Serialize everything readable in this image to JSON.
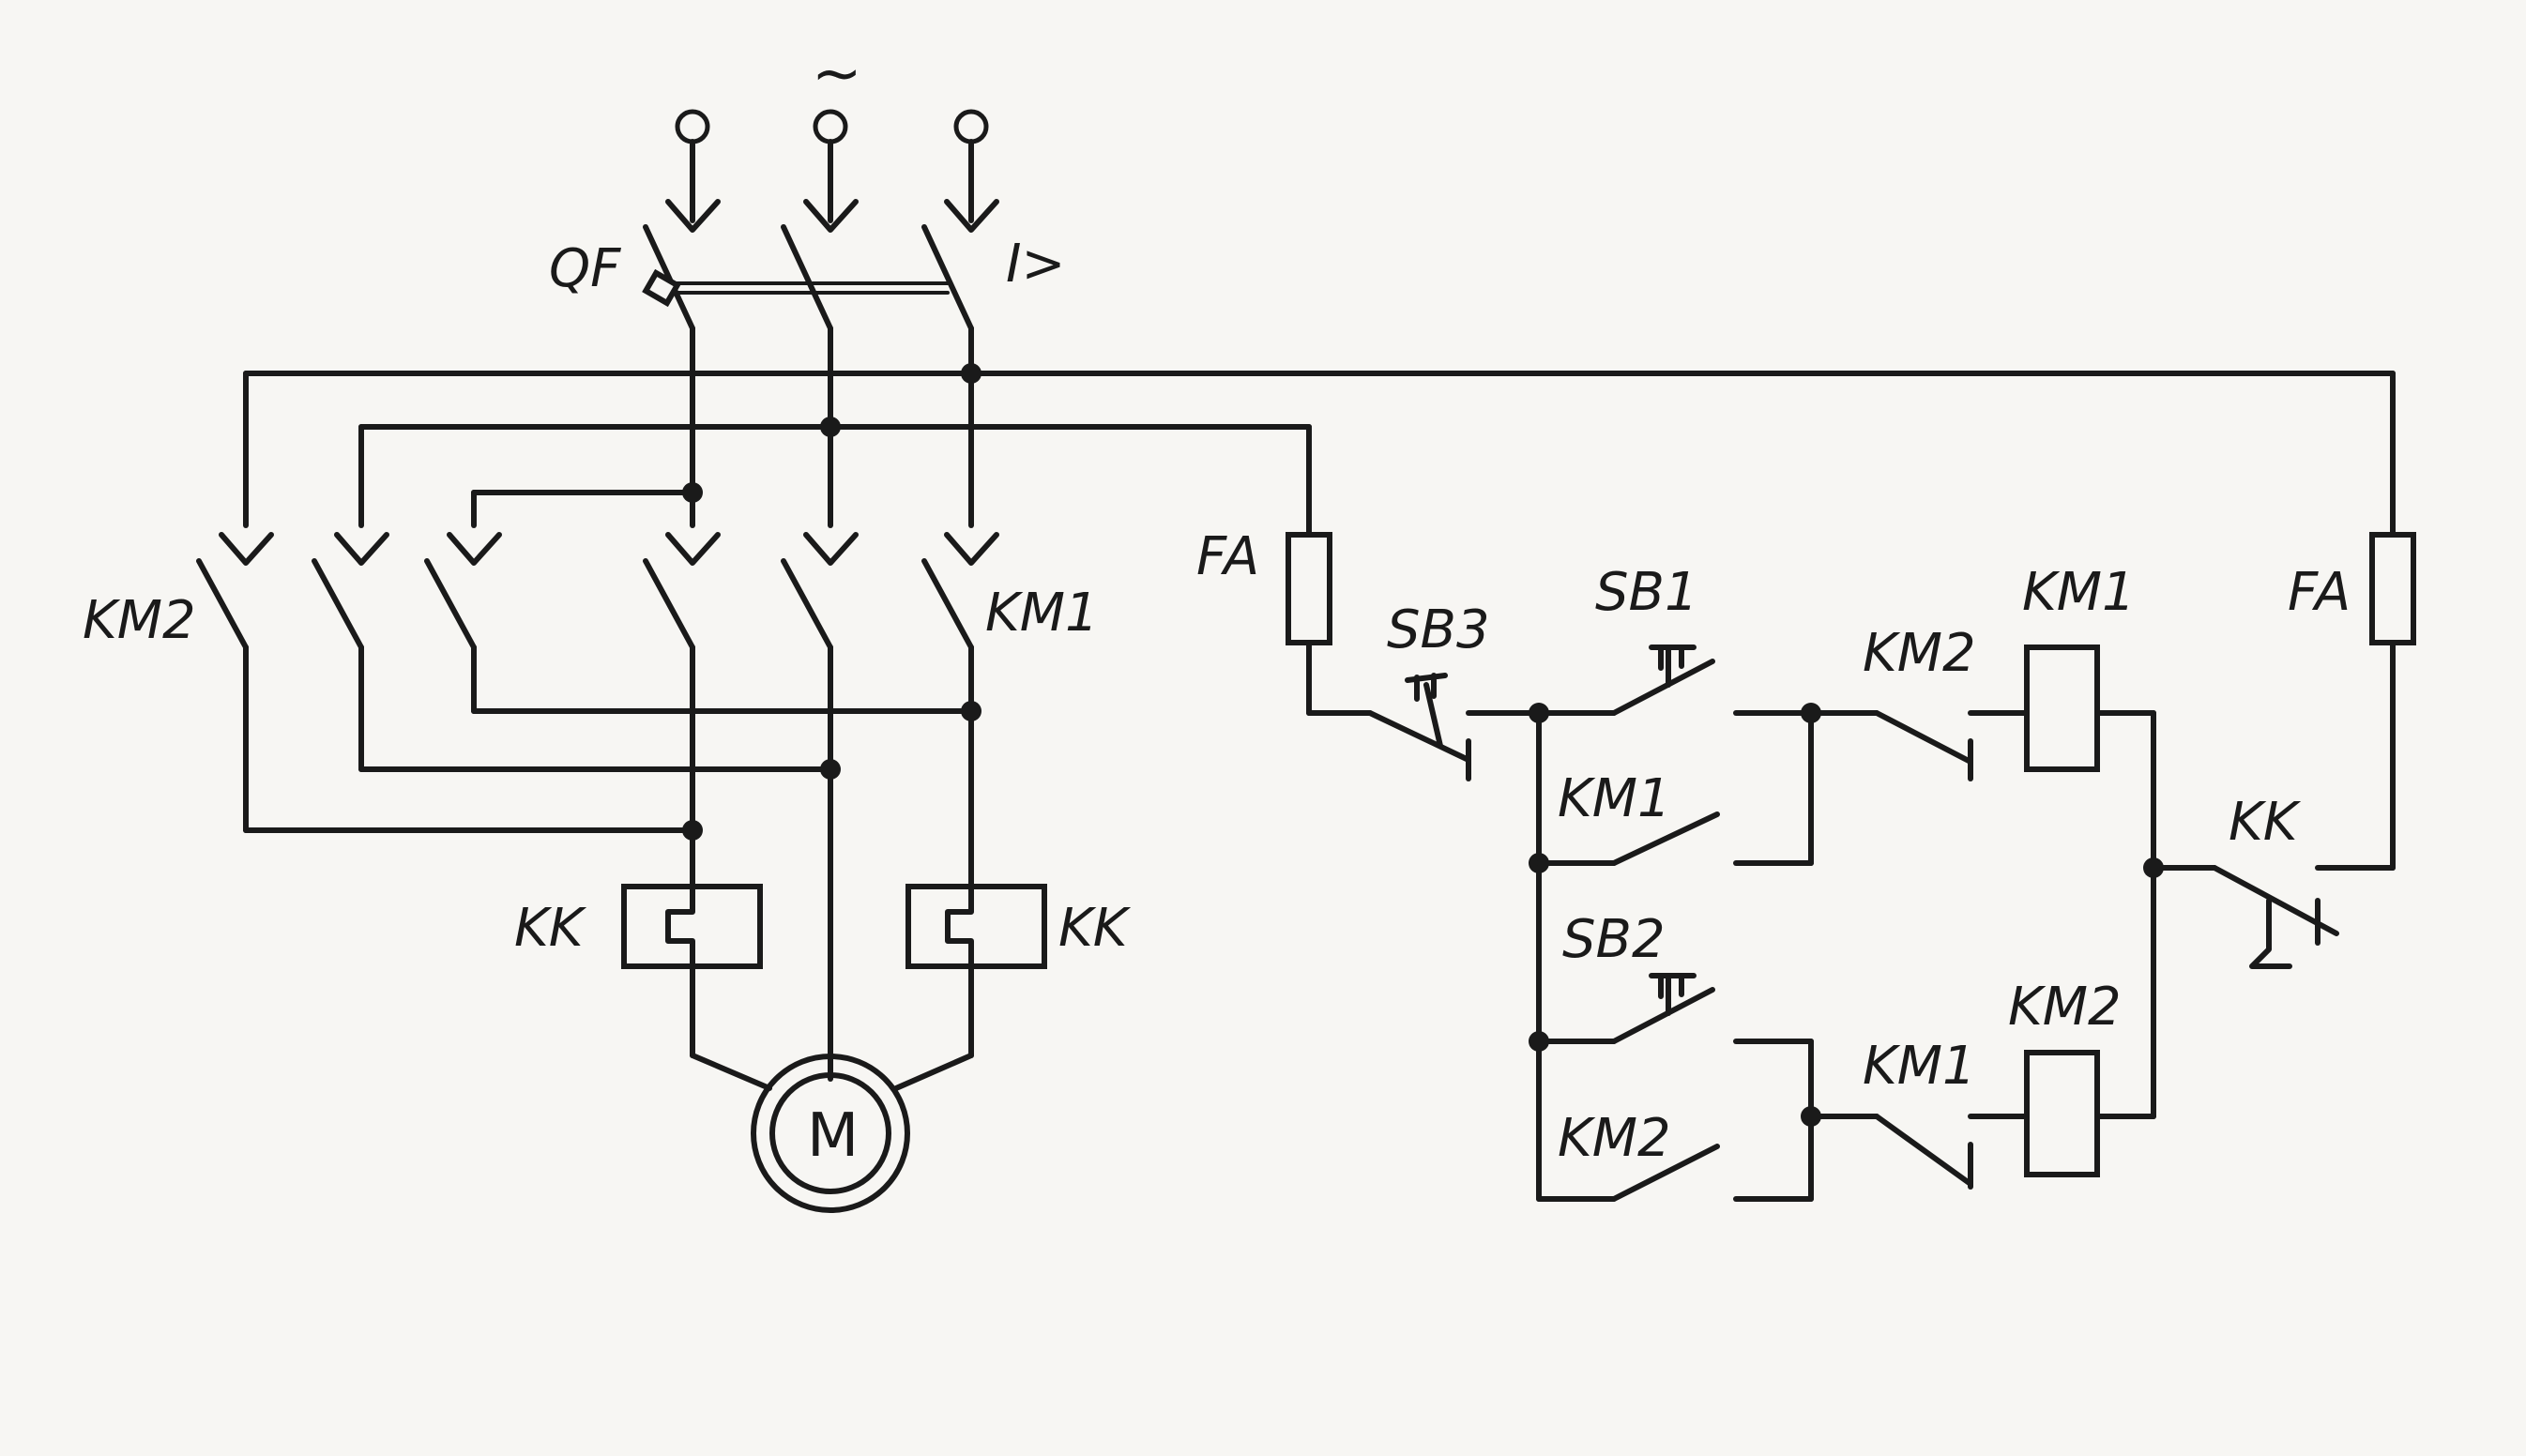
{
  "labels": {
    "supply": "~",
    "qf": "QF",
    "overcurrent": "I>",
    "km1_main": "KM1",
    "km2_main": "KM2",
    "kk_left": "KK",
    "kk_right": "KK",
    "motor": "M",
    "fa_left": "FA",
    "fa_right": "FA",
    "sb3": "SB3",
    "sb1": "SB1",
    "sb2": "SB2",
    "km1_hold": "KM1",
    "km2_hold": "KM2",
    "km2_interlock": "KM2",
    "km1_interlock": "KM1",
    "km1_coil": "KM1",
    "km2_coil": "KM2",
    "kk_contact": "KK"
  }
}
